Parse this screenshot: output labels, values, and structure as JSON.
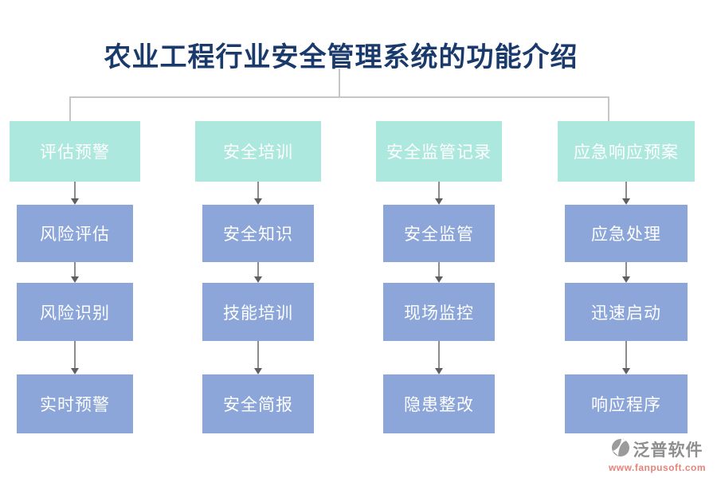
{
  "title": "农业工程行业安全管理系统的功能介绍",
  "colors": {
    "title_text": "#1a3a6b",
    "header_bg": "#ade8df",
    "box_bg": "#8ca6d9",
    "box_text": "#ffffff",
    "connector_line": "#c6c6c6",
    "arrow_line": "#8c8c8c",
    "arrow_head": "#5f5f5f",
    "brand_text": "#8f8f8f",
    "brand_url": "#e8837a"
  },
  "columns": [
    {
      "header": "评估预警",
      "items": [
        "风险评估",
        "风险识别",
        "实时预警"
      ]
    },
    {
      "header": "安全培训",
      "items": [
        "安全知识",
        "技能培训",
        "安全简报"
      ]
    },
    {
      "header": "安全监管记录",
      "items": [
        "安全监管",
        "现场监控",
        "隐患整改"
      ]
    },
    {
      "header": "应急响应预案",
      "items": [
        "应急处理",
        "迅速启动",
        "响应程序"
      ]
    }
  ],
  "footer": {
    "brand": "泛普软件",
    "url": "www.fanpusoft.com",
    "logo_icon": "fanpu-swoosh-circle"
  }
}
